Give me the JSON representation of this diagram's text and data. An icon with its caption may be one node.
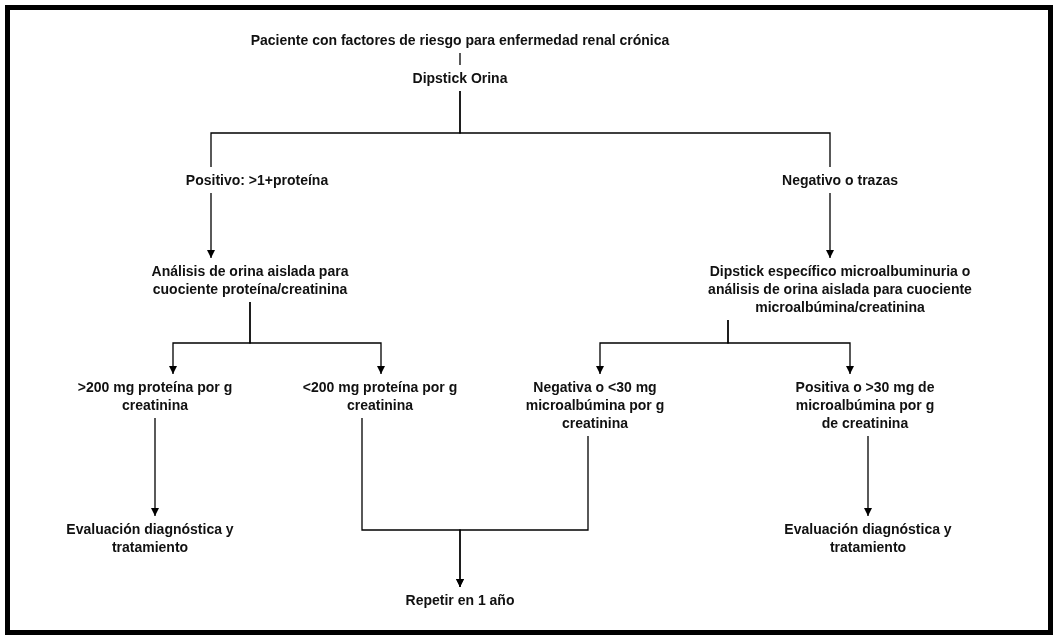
{
  "diagram": {
    "nodes": [
      {
        "text": [
          "Paciente con factores de riesgo para enfermedad renal crónica"
        ]
      },
      {
        "text": [
          "Dipstick Orina"
        ]
      },
      {
        "text": [
          "Positivo: >1+proteína"
        ]
      },
      {
        "text": [
          "Negativo o trazas"
        ]
      },
      {
        "text": [
          "Análisis de orina aislada para cuociente proteína/creatinina"
        ]
      },
      {
        "text": [
          "Dipstick específico microalbuminuria o análisis de orina aislada para cuociente microalbúmina/creatinina"
        ]
      },
      {
        "text": [
          ">200 mg proteína por g creatinina"
        ]
      },
      {
        "text": [
          "<200 mg proteína por g creatinina"
        ]
      },
      {
        "text": [
          "Negativa o <30 mg microalbúmina por g creatinina"
        ]
      },
      {
        "text": [
          "Positiva o >30 mg de microalbúmina por g de creatinina"
        ]
      },
      {
        "text": [
          "Evaluación diagnóstica y tratamiento"
        ]
      },
      {
        "text": [
          "Repetir en 1 año"
        ]
      },
      {
        "text": [
          "Evaluación diagnóstica y tratamiento"
        ]
      }
    ],
    "edges": [
      {
        "from": 0,
        "to": 1,
        "arrow": "none"
      },
      {
        "from": 1,
        "to": 2,
        "arrow": "none"
      },
      {
        "from": 1,
        "to": 3,
        "arrow": "none"
      },
      {
        "from": 2,
        "to": 4,
        "arrow": "to"
      },
      {
        "from": 3,
        "to": 5,
        "arrow": "to"
      },
      {
        "from": 4,
        "to": 6,
        "arrow": "to"
      },
      {
        "from": 4,
        "to": 7,
        "arrow": "to"
      },
      {
        "from": 5,
        "to": 8,
        "arrow": "to"
      },
      {
        "from": 5,
        "to": 9,
        "arrow": "to"
      },
      {
        "from": 6,
        "to": 10,
        "arrow": "to"
      },
      {
        "from": 7,
        "to": 11,
        "arrow": "to"
      },
      {
        "from": 8,
        "to": 11,
        "arrow": "to"
      },
      {
        "from": 9,
        "to": 12,
        "arrow": "to"
      }
    ]
  }
}
